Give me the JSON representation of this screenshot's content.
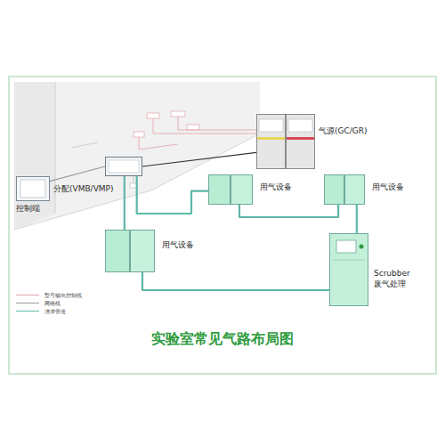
{
  "diagram": {
    "title": "实验室常见气路布局图",
    "nodes": [
      {
        "text": [
          "控制端"
        ]
      },
      {
        "text": [
          "分配(VMB/VMP)"
        ]
      },
      {
        "text": [
          "气源(GC/GR)"
        ]
      },
      {
        "text": [
          "用气设备"
        ]
      },
      {
        "text": [
          "用气设备"
        ]
      },
      {
        "text": [
          "用气设备"
        ]
      },
      {
        "text": [
          "Scrubber",
          "废气处理"
        ]
      }
    ],
    "edges": [
      {
        "from": 0,
        "to": 1,
        "arrow": "none"
      },
      {
        "from": 1,
        "to": 2,
        "arrow": "none"
      },
      {
        "from": 1,
        "to": 3,
        "arrow": "none"
      },
      {
        "from": 1,
        "to": 5,
        "arrow": "none"
      },
      {
        "from": 3,
        "to": 4,
        "arrow": "none"
      },
      {
        "from": 4,
        "to": 6,
        "arrow": "none"
      },
      {
        "from": 5,
        "to": 6,
        "arrow": "none"
      }
    ],
    "legend": [
      {
        "text": "型号输出控制线"
      },
      {
        "text": "网络线"
      },
      {
        "text": "洁净管道"
      }
    ]
  }
}
